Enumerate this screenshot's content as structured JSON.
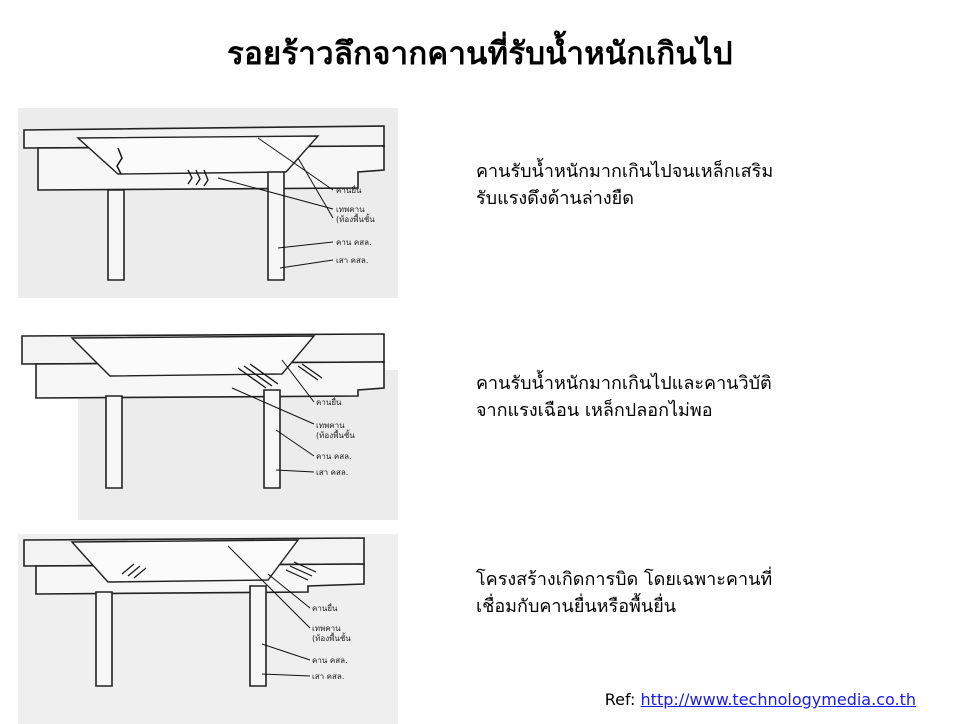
{
  "title": "รอยร้าวลึกจากคานที่รับน้ำหนักเกินไป",
  "panels": [
    {
      "caption_line1": "คานรับน้ำหนักมากเกินไปจนเหล็กเสริม",
      "caption_line2": "รับแรงดึงด้านล่างยืด",
      "labels": [
        "คานยื่น",
        "เทพคาน",
        "(ท้องพื้นชั้น",
        "คาน คสล.",
        "เสา คสล."
      ]
    },
    {
      "caption_line1": "คานรับน้ำหนักมากเกินไปและคานวิบัติ",
      "caption_line2": "จากแรงเฉือน เหล็กปลอกไม่พอ",
      "labels": [
        "คานยื่น",
        "เทพคาน",
        "(ท้องพื้นชั้น",
        "คาน คสล.",
        "เสา คสล."
      ]
    },
    {
      "caption_line1": "โครงสร้างเกิดการบิด โดยเฉพาะคานที่",
      "caption_line2": "เชื่อมกับคานยื่นหรือพื้นยื่น",
      "labels": [
        "คานยื่น",
        "เทพคาน",
        "(ท้องพื้นชั้น",
        "คาน คสล.",
        "เสา คสล."
      ]
    }
  ],
  "ref": {
    "prefix": "Ref: ",
    "link": "http://www.technologymedia.co.th"
  }
}
